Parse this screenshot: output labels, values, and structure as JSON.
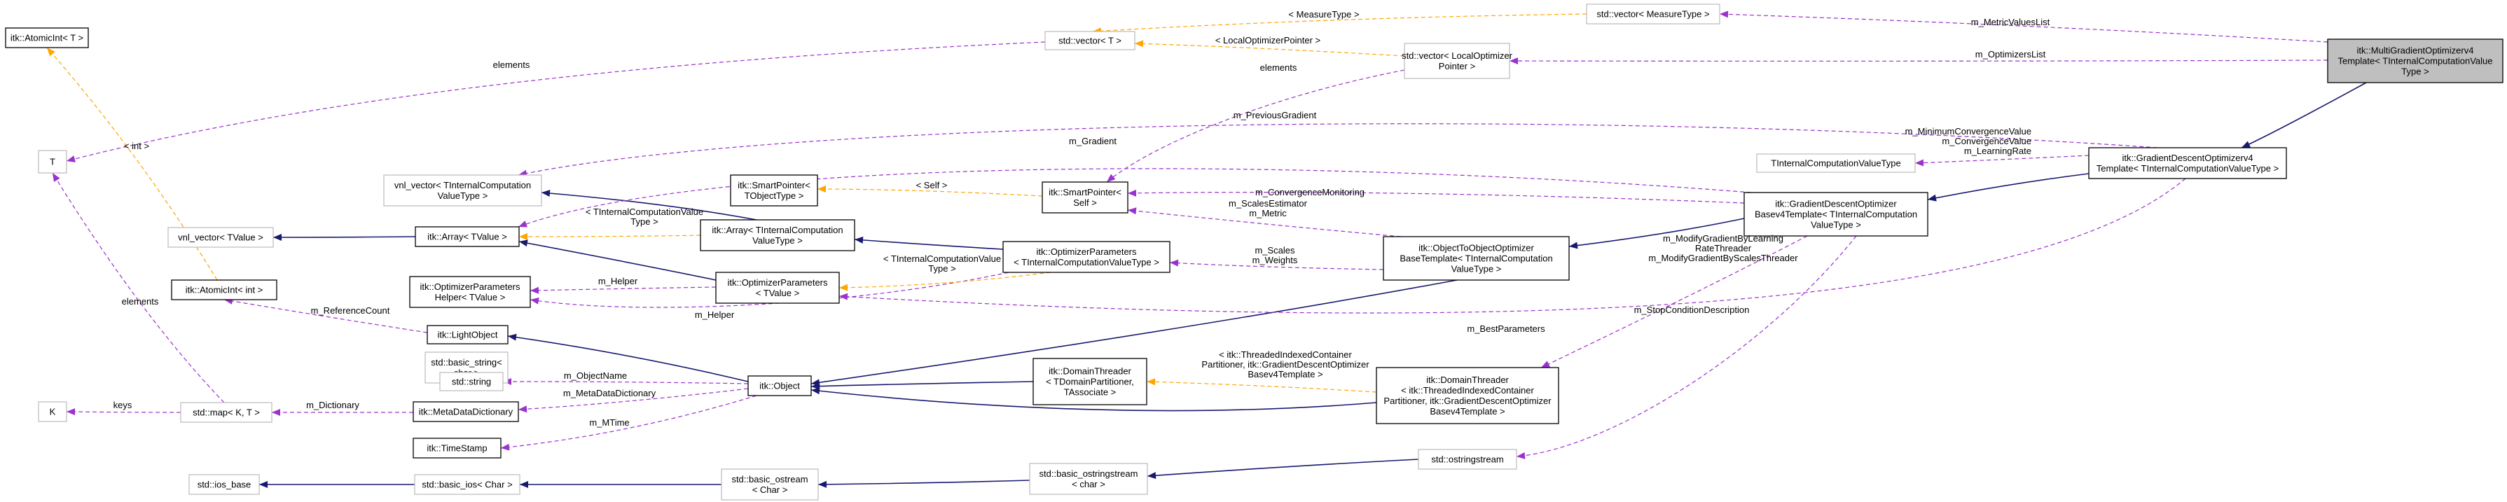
{
  "nodes": {
    "multi": [
      "itk::MultiGradientOptimizerv4",
      "Template< TInternalComputationValue",
      "Type >"
    ],
    "vec_measure": [
      "std::vector< MeasureType >"
    ],
    "vec_t": [
      "std::vector< T >"
    ],
    "vec_localopt": [
      "std::vector< LocalOptimizer",
      "Pointer >"
    ],
    "atomicint_t": [
      "itk::AtomicInt< T >"
    ],
    "t": [
      "T"
    ],
    "gdo_v4_template": [
      "itk::GradientDescentOptimizerv4",
      "Template< TInternalComputationValueType >"
    ],
    "tinternal": [
      "TInternalComputationValueType"
    ],
    "vnl_vector_tint": [
      "vnl_vector< TInternalComputation",
      "ValueType >"
    ],
    "smartptr_tobj": [
      "itk::SmartPointer<",
      "TObjectType >"
    ],
    "smartptr_self": [
      "itk::SmartPointer<",
      "Self >"
    ],
    "gdo_base": [
      "itk::GradientDescentOptimizer",
      "Basev4Template< TInternalComputation",
      "ValueType >"
    ],
    "vnl_vector_tvalue": [
      "vnl_vector< TValue >"
    ],
    "array_tvalue": [
      "itk::Array< TValue >"
    ],
    "array_tint": [
      "itk::Array< TInternalComputation",
      "ValueType >"
    ],
    "otoo": [
      "itk::ObjectToObjectOptimizer",
      "BaseTemplate< TInternalComputation",
      "ValueType >"
    ],
    "optparams_tint": [
      "itk::OptimizerParameters",
      "< TInternalComputationValueType >"
    ],
    "atomicint_int": [
      "itk::AtomicInt< int >"
    ],
    "optparams_helper": [
      "itk::OptimizerParameters",
      "Helper< TValue >"
    ],
    "optparams_tvalue": [
      "itk::OptimizerParameters",
      "< TValue >"
    ],
    "lightobject": [
      "itk::LightObject"
    ],
    "basic_string": [
      "std::basic_string<",
      "char >"
    ],
    "string": [
      "std::string"
    ],
    "object": [
      "itk::Object"
    ],
    "domainthreader_t": [
      "itk::DomainThreader",
      "< TDomainPartitioner,",
      "TAssociate >"
    ],
    "domainthreader_s": [
      "itk::DomainThreader",
      "< itk::ThreadedIndexedContainer",
      "Partitioner, itk::GradientDescentOptimizer",
      "Basev4Template >"
    ],
    "k": [
      "K"
    ],
    "map": [
      "std::map< K, T >"
    ],
    "metadatadict": [
      "itk::MetaDataDictionary"
    ],
    "timestamp": [
      "itk::TimeStamp"
    ],
    "ostringstream": [
      "std::ostringstream"
    ],
    "ios_base": [
      "std::ios_base"
    ],
    "basic_ios": [
      "std::basic_ios< Char >"
    ],
    "basic_ostream": [
      "std::basic_ostream",
      "< Char >"
    ],
    "basic_ostringstream": [
      "std::basic_ostringstream",
      "< char >"
    ]
  },
  "edge_labels": {
    "metric_values_list": [
      "m_MetricValuesList"
    ],
    "measure_type_tpl": [
      "< MeasureType >"
    ],
    "optimizers_list": [
      "m_OptimizersList"
    ],
    "local_optimizer_pointer_tpl": [
      "< LocalOptimizerPointer >"
    ],
    "elements_t": [
      "elements"
    ],
    "elements_localopt": [
      "elements"
    ],
    "int_tpl": [
      "< int >"
    ],
    "previous_gradient": [
      "m_PreviousGradient"
    ],
    "min_conv_learning": [
      "m_MinimumConvergenceValue",
      "m_ConvergenceValue",
      "m_LearningRate"
    ],
    "gradient": [
      "m_Gradient"
    ],
    "self_tpl": [
      "< Self >"
    ],
    "convergence_monitoring": [
      "m_ConvergenceMonitoring"
    ],
    "tint_tpl_array": [
      "< TInternalComputationValue",
      "Type >"
    ],
    "scales_estimator_metric": [
      "m_ScalesEstimator",
      "m_Metric"
    ],
    "modify_gradient": [
      "m_ModifyGradientByLearning",
      "RateThreader",
      "m_ModifyGradientByScalesThreader"
    ],
    "tint_tpl_params": [
      "< TInternalComputationValue",
      "Type >"
    ],
    "scales_weights": [
      "m_Scales",
      "m_Weights"
    ],
    "helper_1": [
      "m_Helper"
    ],
    "helper_2": [
      "m_Helper"
    ],
    "reference_count": [
      "m_ReferenceCount"
    ],
    "stop_condition": [
      "m_StopConditionDescription"
    ],
    "best_parameters": [
      "m_BestParameters"
    ],
    "elements_map": [
      "elements"
    ],
    "object_name": [
      "m_ObjectName"
    ],
    "threaded_tpl": [
      "< itk::ThreadedIndexedContainer",
      "Partitioner, itk::GradientDescentOptimizer",
      "Basev4Template >"
    ],
    "keys": [
      "keys"
    ],
    "meta_data_dictionary": [
      "m_MetaDataDictionary"
    ],
    "dictionary": [
      "m_Dictionary"
    ],
    "mtime": [
      "m_MTime"
    ]
  },
  "colors": {
    "inheritance": "#191970",
    "usage": "#9a32cd",
    "template": "#ffa500",
    "selected_fill": "#bfbfbf",
    "undocumented_border": "#bfbfbf"
  }
}
